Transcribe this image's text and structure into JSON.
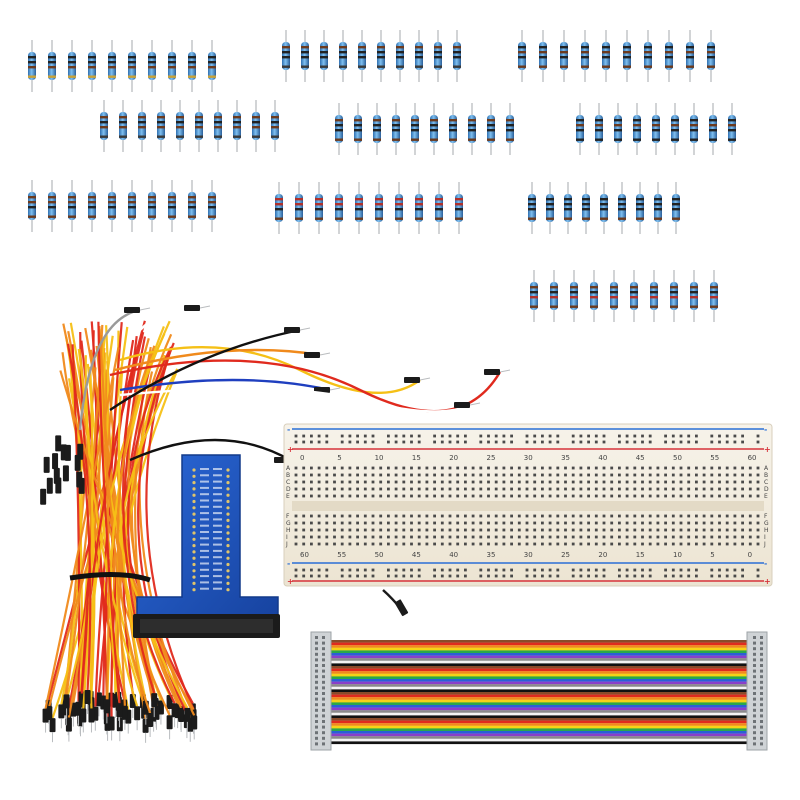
{
  "photo": {
    "background": "#ffffff",
    "resistor_rows_per_group": 1,
    "resistor_groups": [
      {
        "count": 10,
        "bands": [
          "#222222",
          "#222222",
          "#6b3a1e",
          "#c8a23a"
        ]
      },
      {
        "count": 10,
        "bands": [
          "#6b3a1e",
          "#222222",
          "#222222",
          "#3a3a3a"
        ]
      },
      {
        "count": 10,
        "bands": [
          "#222222",
          "#6b3a1e",
          "#222222",
          "#6b3a1e"
        ]
      },
      {
        "count": 10,
        "bands": [
          "#6b3a1e",
          "#222222",
          "#6b3a1e",
          "#3a3a3a"
        ]
      },
      {
        "count": 10,
        "bands": [
          "#6b3a1e",
          "#222222",
          "#222222",
          "#6b3a1e"
        ]
      },
      {
        "count": 9,
        "bands": [
          "#222222",
          "#6b3a1e",
          "#222222",
          "#222222"
        ]
      },
      {
        "count": 10,
        "bands": [
          "#6b3a1e",
          "#6b3a1e",
          "#222222",
          "#6b3a1e"
        ]
      },
      {
        "count": 10,
        "bands": [
          "#b0302a",
          "#b0302a",
          "#222222",
          "#6b3a1e"
        ]
      },
      {
        "count": 9,
        "bands": [
          "#222222",
          "#222222",
          "#222222",
          "#6b3a1e"
        ]
      },
      {
        "count": 10,
        "bands": [
          "#6b3a1e",
          "#222222",
          "#b0302a",
          "#6b3a1e"
        ]
      }
    ],
    "jumper_wire_colors": [
      "#f08a1c",
      "#f5c016",
      "#e02a1e",
      "#1f3fbf",
      "#111111",
      "#ffffff",
      "#9a9a9a"
    ],
    "ribbon_cable_colors": [
      "#8a4b2a",
      "#e02a1e",
      "#f08a1c",
      "#f5d316",
      "#2aa84a",
      "#2a5fd6",
      "#8a3fc9",
      "#8a8a8a",
      "#f4f4f4",
      "#111111"
    ],
    "breadboard": {
      "rail_red": "#d6333a",
      "rail_blue": "#2a6fd6",
      "row_letters_top": [
        "A",
        "B",
        "C",
        "D",
        "E"
      ],
      "row_letters_bottom": [
        "F",
        "G",
        "H",
        "I",
        "J"
      ],
      "column_numbers": [
        "0",
        "5",
        "10",
        "15",
        "20",
        "25",
        "30",
        "35",
        "40",
        "45",
        "50",
        "55",
        "60"
      ],
      "column_numbers_reversed": [
        "60",
        "55",
        "50",
        "45",
        "40",
        "35",
        "30",
        "25",
        "20",
        "15",
        "10",
        "5",
        "0"
      ],
      "plus_sign": "+",
      "minus_sign": "-"
    },
    "gpio_board_color": "#1f56c4"
  }
}
